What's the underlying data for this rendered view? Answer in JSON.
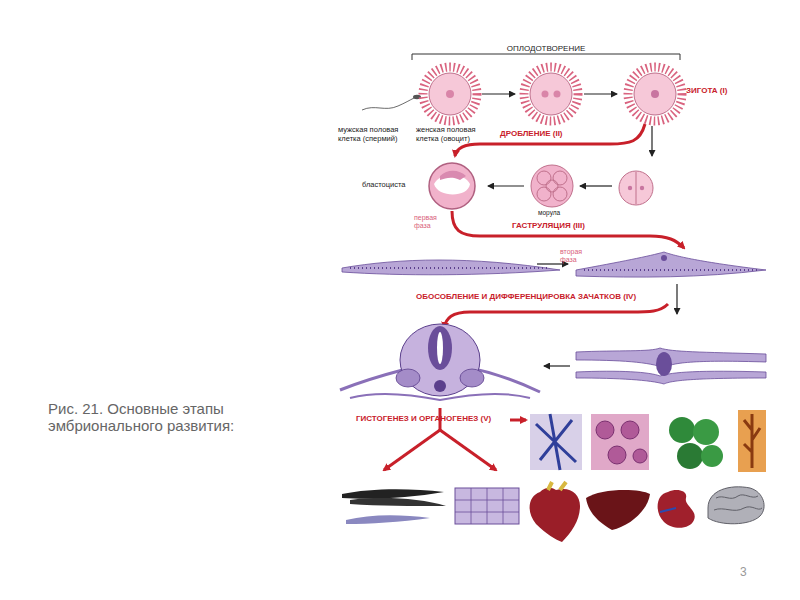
{
  "diagram": {
    "caption": "Рис. 21. Основные этапы эмбрионального развития:",
    "labels": [
      "ОПЛОДОТВОРЕНИЕ",
      "мужская половая клетка (спермий)",
      "женская половая клетка (овоцит)",
      "ЗИГОТА (I)",
      "ДРОБЛЕНИЕ (II)",
      "бластоциста",
      "морула",
      "первая фаза",
      "ГАСТРУЛЯЦИЯ (III)",
      "вторая фаза",
      "ОБОСОБЛЕНИЕ И ДИФФЕРЕНЦИРОВКА ЗАЧАТКОВ (IV)",
      "ГИСТОГЕНЕЗ И ОРГАНОГЕНЕЗ (V)",
      "3"
    ]
  }
}
